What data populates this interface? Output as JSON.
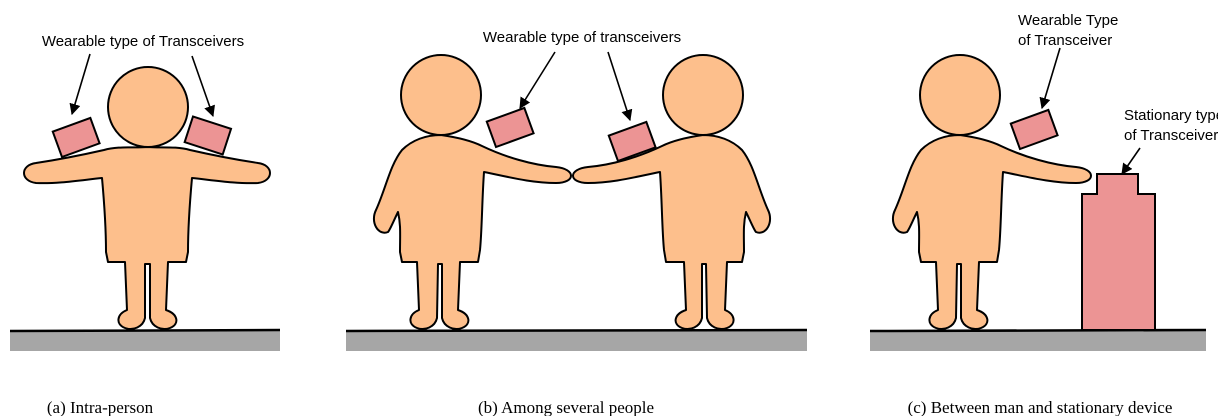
{
  "panels": [
    {
      "id": "a",
      "labels": [
        "Wearable type of Transceivers"
      ],
      "caption": "(a) Intra-person"
    },
    {
      "id": "b",
      "labels": [
        "Wearable type of transceivers"
      ],
      "caption": "(b) Among several people"
    },
    {
      "id": "c",
      "labels": [
        "Wearable Type",
        "of Transceiver",
        "Stationary type",
        "of Transceiver"
      ],
      "caption": "(c) Between man and stationary device"
    }
  ],
  "colors": {
    "skin": "#FDBF8C",
    "transceiver": "#EC9494",
    "ground": "#A6A6A6",
    "outline": "#000000"
  }
}
